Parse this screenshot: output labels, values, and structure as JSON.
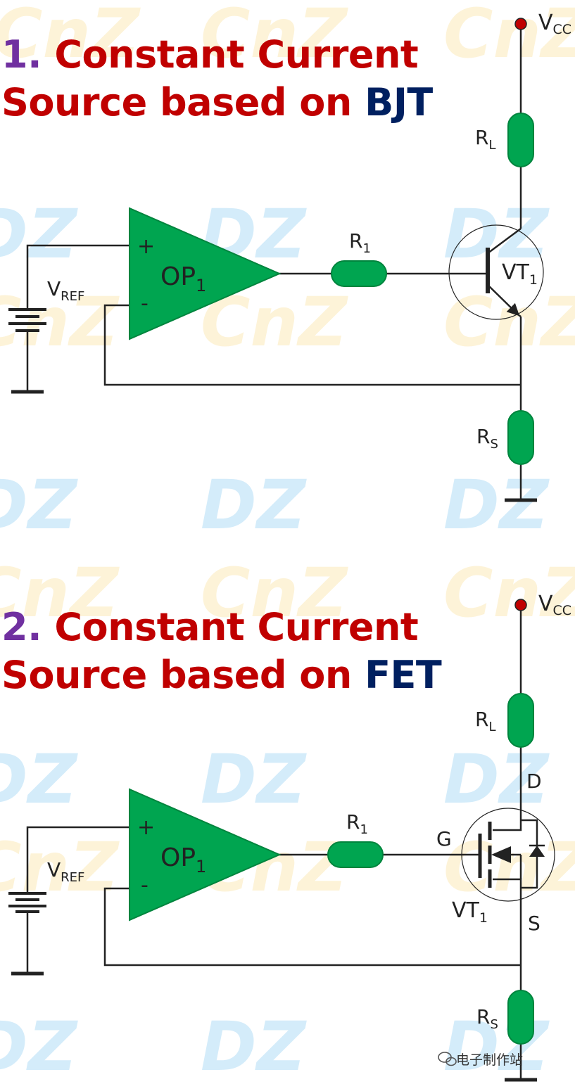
{
  "section1": {
    "title_num": "1.",
    "title_line1": " Constant Current",
    "title_line2a": "Source based on ",
    "title_hl": "BJT"
  },
  "section2": {
    "title_num": "2.",
    "title_line1": " Constant Current",
    "title_line2a": "Source based on ",
    "title_hl": "FET"
  },
  "labels": {
    "vcc_main": "V",
    "vcc_sub": "CC",
    "rl_main": "R",
    "rl_sub": "L",
    "rs_main": "R",
    "rs_sub": "S",
    "r1_main": "R",
    "r1_sub": "1",
    "op_main": "OP",
    "op_sub": "1",
    "vt_main": "VT",
    "vt_sub": "1",
    "vref_main": "V",
    "vref_sub": "REF",
    "plus": "+",
    "minus": "-",
    "gate": "G",
    "drain": "D",
    "source": "S"
  },
  "watermark": {
    "dz": "DZ",
    "cnz": "CnZ"
  },
  "credit": "电子制作站",
  "colors": {
    "title": "#c00000",
    "number": "#7030a0",
    "highlight": "#002060",
    "component_fill": "#00a550",
    "component_stroke": "#00843d",
    "wire": "#222222",
    "terminal": "#c00000"
  }
}
